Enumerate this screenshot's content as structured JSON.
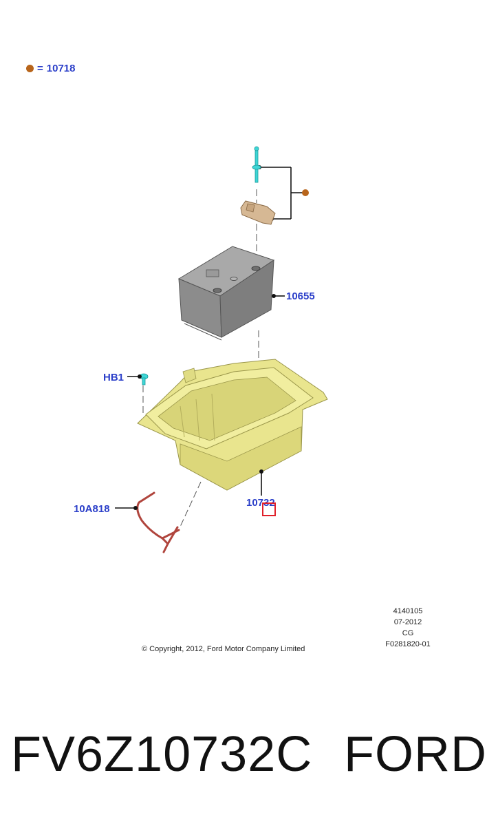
{
  "legend": {
    "symbol_label": "=",
    "part": "10718",
    "dot_color": "#b8651b"
  },
  "callouts": {
    "battery": "10655",
    "bolt": "HB1",
    "tray": "10732",
    "cable": "10A818"
  },
  "meta": {
    "line1": "4140105",
    "line2": "07-2012",
    "line3": "CG",
    "line4": "F0281820-01"
  },
  "copyright": "© Copyright, 2012, Ford Motor Company Limited",
  "footer": {
    "part_number": "FV6Z10732C",
    "brand": "FORD"
  },
  "colors": {
    "callout": "#2b3fc9",
    "tray": "#e9e58e",
    "battery": "#8c8c8c",
    "clamp": "#d6b894",
    "bolt": "#3fd6d6",
    "cable": "#b0453d",
    "highlight": "#e0202a"
  }
}
